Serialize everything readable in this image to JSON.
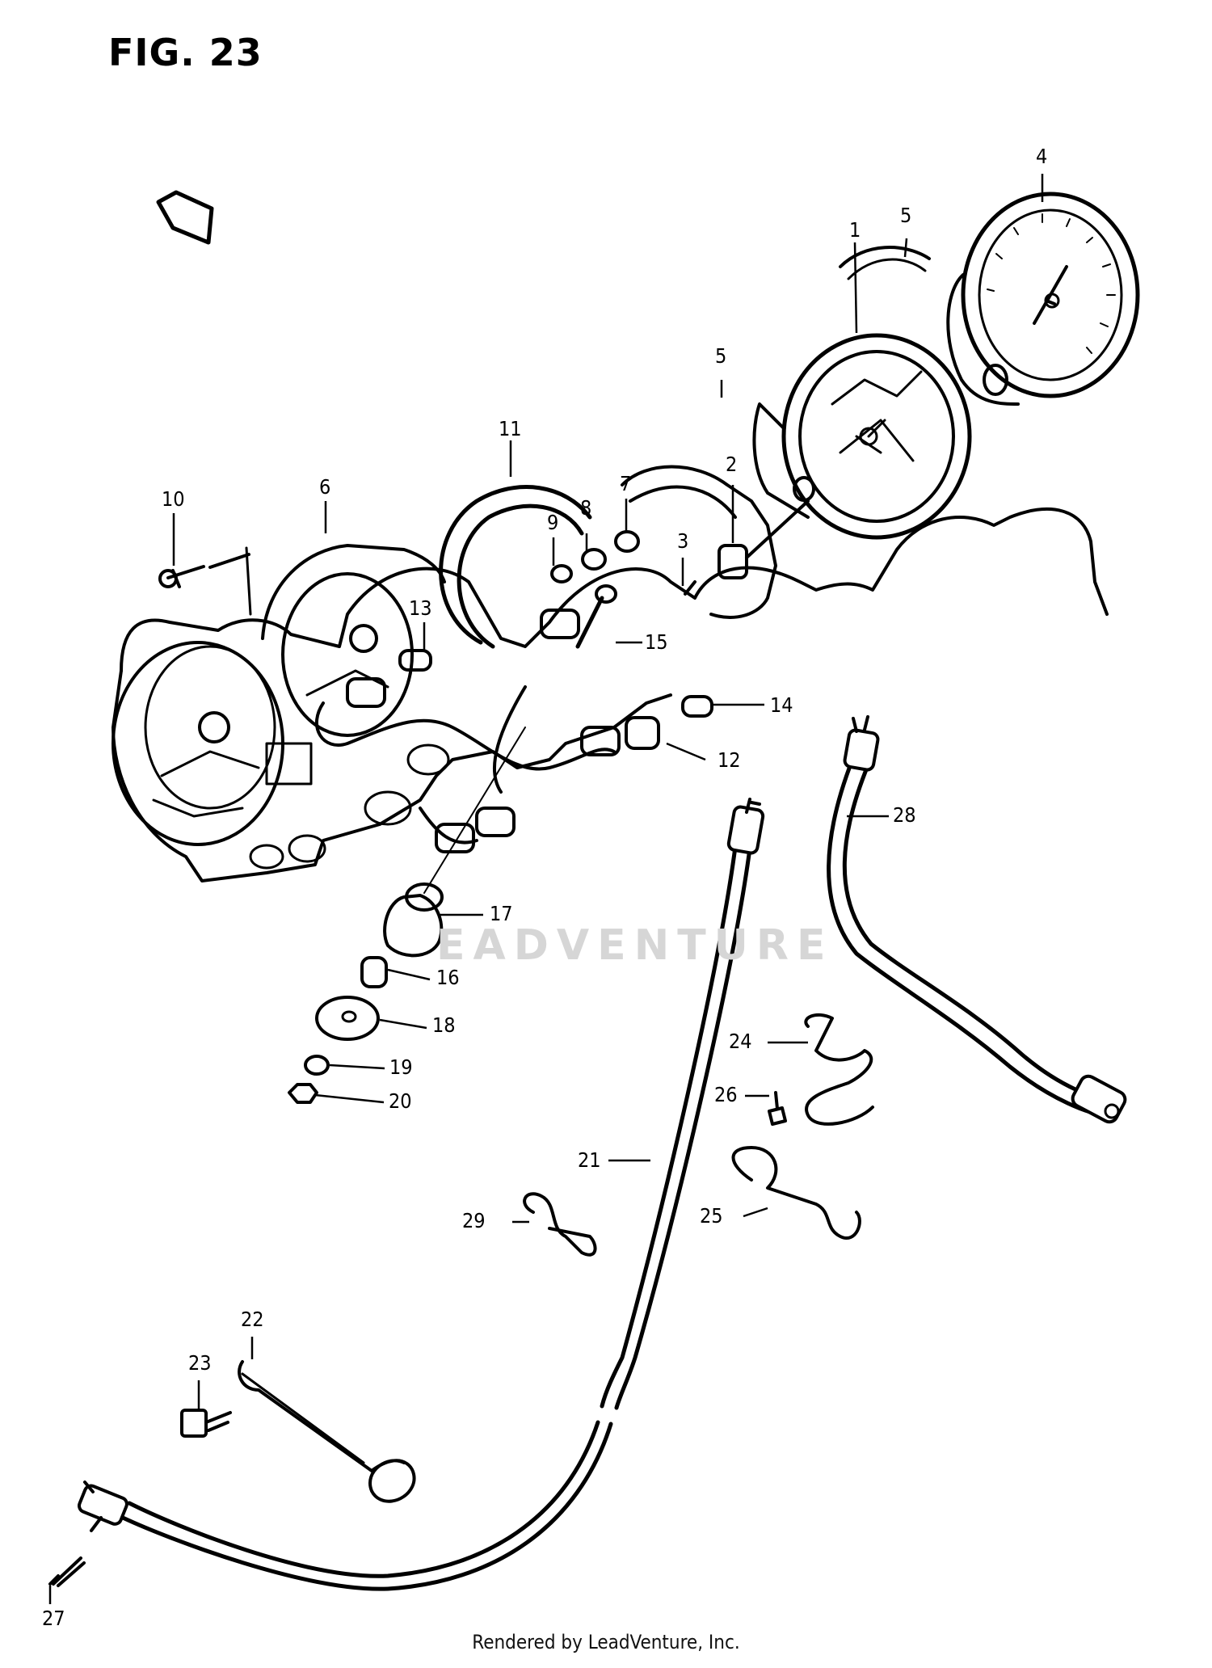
{
  "figure": {
    "title": "FIG. 23",
    "watermark": "EADVENTURE",
    "footer": "Rendered by LeadVenture, Inc."
  },
  "callouts": [
    {
      "id": "1",
      "label": "1"
    },
    {
      "id": "2",
      "label": "2"
    },
    {
      "id": "3",
      "label": "3"
    },
    {
      "id": "4",
      "label": "4"
    },
    {
      "id": "5a",
      "label": "5"
    },
    {
      "id": "5b",
      "label": "5"
    },
    {
      "id": "6",
      "label": "6"
    },
    {
      "id": "7",
      "label": "7"
    },
    {
      "id": "8",
      "label": "8"
    },
    {
      "id": "9",
      "label": "9"
    },
    {
      "id": "10",
      "label": "10"
    },
    {
      "id": "11",
      "label": "11"
    },
    {
      "id": "12",
      "label": "12"
    },
    {
      "id": "13",
      "label": "13"
    },
    {
      "id": "14",
      "label": "14"
    },
    {
      "id": "15",
      "label": "15"
    },
    {
      "id": "16",
      "label": "16"
    },
    {
      "id": "17",
      "label": "17"
    },
    {
      "id": "18",
      "label": "18"
    },
    {
      "id": "19",
      "label": "19"
    },
    {
      "id": "20",
      "label": "20"
    },
    {
      "id": "21",
      "label": "21"
    },
    {
      "id": "22",
      "label": "22"
    },
    {
      "id": "23",
      "label": "23"
    },
    {
      "id": "24",
      "label": "24"
    },
    {
      "id": "25",
      "label": "25"
    },
    {
      "id": "26",
      "label": "26"
    },
    {
      "id": "27",
      "label": "27"
    },
    {
      "id": "28",
      "label": "28"
    },
    {
      "id": "29",
      "label": "29"
    }
  ]
}
